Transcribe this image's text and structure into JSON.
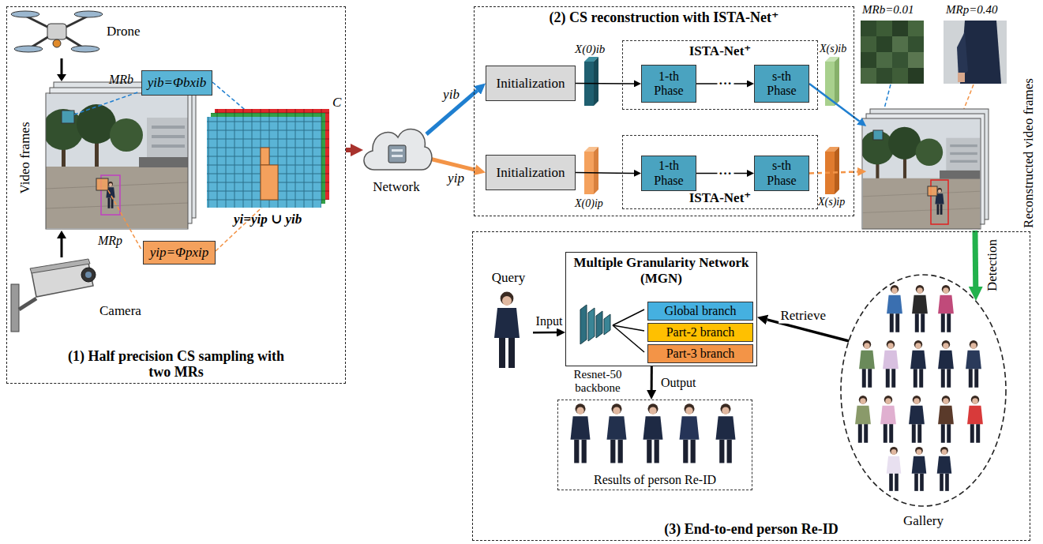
{
  "diagram": {
    "nodes": [
      {
        "text": [
          "(1) Half precision CS sampling with two MRs"
        ]
      },
      {
        "text": [
          "yib=Φbxib"
        ],
        "in": 0
      },
      {
        "text": [
          "yip=Φpxip"
        ],
        "in": 0
      },
      {
        "text": [
          "Network"
        ]
      },
      {
        "text": [
          "(2) CS reconstruction with ISTA-Net⁺"
        ]
      },
      {
        "text": [
          "Initialization"
        ],
        "in": 4
      },
      {
        "text": [
          "ISTA-Net⁺"
        ],
        "in": 4
      },
      {
        "text": [
          "1-th Phase"
        ],
        "in": 6
      },
      {
        "text": [
          "s-th Phase"
        ],
        "in": 6
      },
      {
        "text": [
          "Initialization"
        ],
        "in": 4
      },
      {
        "text": [
          "ISTA-Net⁺"
        ],
        "in": 4
      },
      {
        "text": [
          "1-th Phase"
        ],
        "in": 10
      },
      {
        "text": [
          "s-th Phase"
        ],
        "in": 10
      },
      {
        "text": [
          "Reconstructed video frames"
        ]
      },
      {
        "text": [
          "(3) End-to-end person Re-ID"
        ]
      },
      {
        "text": [
          "Query"
        ],
        "in": 14
      },
      {
        "text": [
          "Multiple Granularity Network (MGN)"
        ],
        "in": 14
      },
      {
        "text": [
          "Global branch"
        ],
        "in": 16
      },
      {
        "text": [
          "Part-2 branch"
        ],
        "in": 16
      },
      {
        "text": [
          "Part-3 branch"
        ],
        "in": 16
      },
      {
        "text": [
          "Results of person Re-ID"
        ],
        "in": 14
      },
      {
        "text": [
          "Gallery"
        ],
        "in": 14
      }
    ],
    "edges": [
      {
        "from": 0,
        "to": 3,
        "arrow": "to"
      },
      {
        "from": 3,
        "to": 5,
        "label": "yib",
        "arrow": "to"
      },
      {
        "from": 3,
        "to": 9,
        "label": "yip",
        "arrow": "to"
      },
      {
        "from": 5,
        "to": 7,
        "arrow": "to"
      },
      {
        "from": 7,
        "to": 8,
        "label": "···",
        "arrow": "to"
      },
      {
        "from": 9,
        "to": 11,
        "arrow": "to"
      },
      {
        "from": 11,
        "to": 12,
        "label": "···",
        "arrow": "to"
      },
      {
        "from": 8,
        "to": 13,
        "arrow": "to"
      },
      {
        "from": 12,
        "to": 13,
        "arrow": "to"
      },
      {
        "from": 13,
        "to": 21,
        "label": "Detection",
        "arrow": "to"
      },
      {
        "from": 21,
        "to": 16,
        "label": "Retrieve",
        "arrow": "to"
      },
      {
        "from": 15,
        "to": 16,
        "label": "Input",
        "arrow": "to"
      },
      {
        "from": 16,
        "to": 20,
        "label": "Output",
        "arrow": "to"
      }
    ],
    "labels": [
      "Drone",
      "Video frames",
      "MRb",
      "C",
      "yi=yip ∪ yib",
      "MRp",
      "Camera",
      "X(0)ib",
      "X(s)ib",
      "X(0)ip",
      "X(s)ip",
      "MRb=0.01",
      "MRp=0.40",
      "Resnet-50 backbone"
    ]
  }
}
